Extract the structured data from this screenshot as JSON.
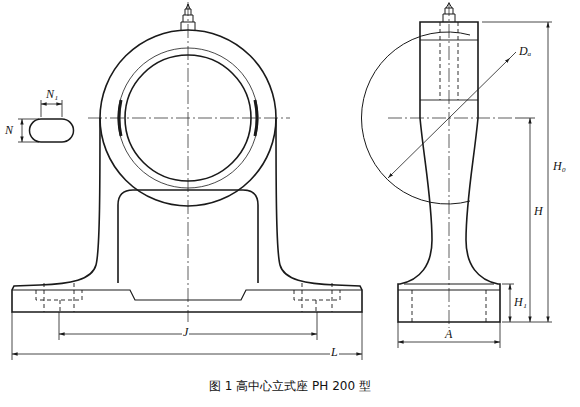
{
  "diagram": {
    "caption": "图 1 高中心立式座 PH 200 型",
    "labels": [
      "N₁",
      "N",
      "Dₐ",
      "H₀",
      "H",
      "H₁",
      "J",
      "L",
      "A"
    ]
  }
}
